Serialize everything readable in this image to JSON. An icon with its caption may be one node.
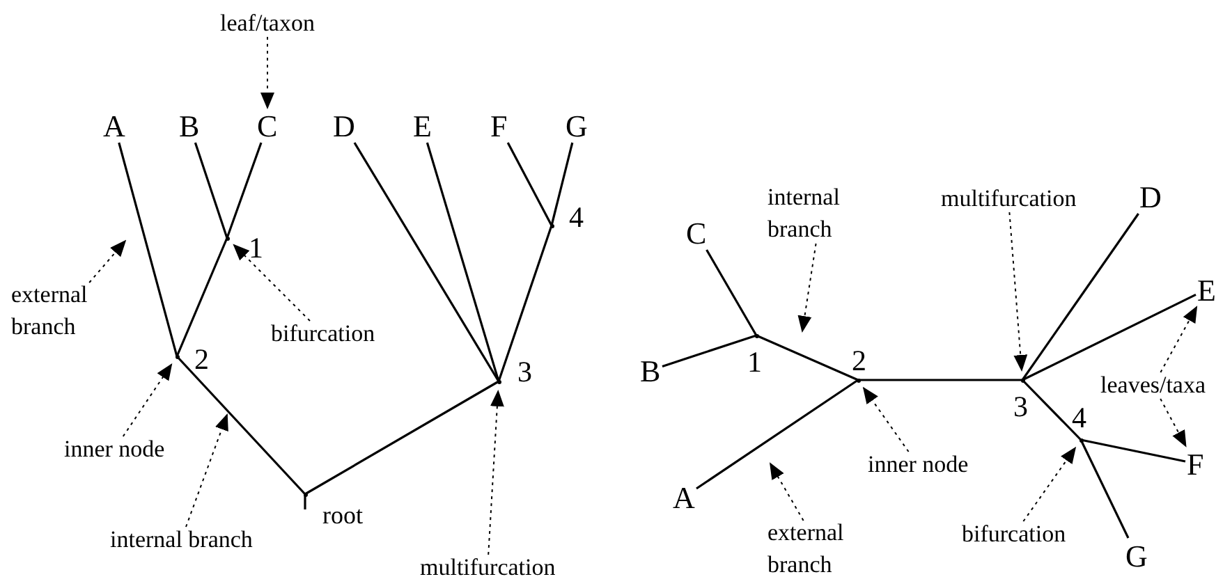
{
  "diagram": {
    "nodes": [
      {
        "text": [
          "A"
        ]
      },
      {
        "text": [
          "B"
        ]
      },
      {
        "text": [
          "C"
        ]
      },
      {
        "text": [
          "D"
        ]
      },
      {
        "text": [
          "E"
        ]
      },
      {
        "text": [
          "F"
        ]
      },
      {
        "text": [
          "G"
        ]
      },
      {
        "text": [],
        "shape": "point",
        "beside": [
          "1"
        ]
      },
      {
        "text": [],
        "shape": "point",
        "beside": [
          "2"
        ]
      },
      {
        "text": [],
        "shape": "point",
        "beside": [
          "3"
        ]
      },
      {
        "text": [],
        "shape": "point",
        "beside": [
          "4"
        ]
      },
      {
        "text": [],
        "shape": "point",
        "beside": [
          "root"
        ]
      },
      {
        "text": [
          "leaf/taxon"
        ]
      },
      {
        "text": [
          "external branch"
        ]
      },
      {
        "text": [
          "bifurcation"
        ]
      },
      {
        "text": [
          "inner node"
        ]
      },
      {
        "text": [
          "internal branch"
        ]
      },
      {
        "text": [
          "multifurcation"
        ]
      },
      {
        "text": [
          "C"
        ]
      },
      {
        "text": [
          "B"
        ]
      },
      {
        "text": [
          "A"
        ]
      },
      {
        "text": [
          "D"
        ]
      },
      {
        "text": [
          "E"
        ]
      },
      {
        "text": [
          "F"
        ]
      },
      {
        "text": [
          "G"
        ]
      },
      {
        "text": [],
        "shape": "point",
        "beside": [
          "1"
        ]
      },
      {
        "text": [],
        "shape": "point",
        "beside": [
          "2"
        ]
      },
      {
        "text": [],
        "shape": "point",
        "beside": [
          "3"
        ]
      },
      {
        "text": [],
        "shape": "point",
        "beside": [
          "4"
        ]
      },
      {
        "text": [
          "internal branch"
        ]
      },
      {
        "text": [
          "multifurcation"
        ]
      },
      {
        "text": [
          "inner node"
        ]
      },
      {
        "text": [
          "external branch"
        ]
      },
      {
        "text": [
          "bifurcation"
        ]
      },
      {
        "text": [
          "leaves/taxa"
        ]
      }
    ],
    "edges": [
      {
        "from": 7,
        "to": 1,
        "arrow": "none"
      },
      {
        "from": 7,
        "to": 2,
        "arrow": "none"
      },
      {
        "from": 8,
        "to": 0,
        "arrow": "none"
      },
      {
        "from": 8,
        "to": 7,
        "arrow": "none"
      },
      {
        "from": 11,
        "to": 8,
        "arrow": "none"
      },
      {
        "from": 11,
        "to": 9,
        "arrow": "none"
      },
      {
        "from": 9,
        "to": 3,
        "arrow": "none"
      },
      {
        "from": 9,
        "to": 4,
        "arrow": "none"
      },
      {
        "from": 9,
        "to": 10,
        "arrow": "none"
      },
      {
        "from": 10,
        "to": 5,
        "arrow": "none"
      },
      {
        "from": 10,
        "to": 6,
        "arrow": "none"
      },
      {
        "from": 12,
        "to": 2,
        "arrow": "to",
        "style": "dashed"
      },
      {
        "from": 13,
        "to": null,
        "arrow": "to",
        "style": "dashed"
      },
      {
        "from": 14,
        "to": 7,
        "arrow": "to",
        "style": "dashed"
      },
      {
        "from": 15,
        "to": 8,
        "arrow": "to",
        "style": "dashed"
      },
      {
        "from": 16,
        "to": null,
        "arrow": "to",
        "style": "dashed"
      },
      {
        "from": 17,
        "to": 9,
        "arrow": "to",
        "style": "dashed"
      },
      {
        "from": 25,
        "to": 18,
        "arrow": "none"
      },
      {
        "from": 25,
        "to": 19,
        "arrow": "none"
      },
      {
        "from": 26,
        "to": 25,
        "arrow": "none"
      },
      {
        "from": 26,
        "to": 20,
        "arrow": "none"
      },
      {
        "from": 26,
        "to": 27,
        "arrow": "none"
      },
      {
        "from": 27,
        "to": 21,
        "arrow": "none"
      },
      {
        "from": 27,
        "to": 22,
        "arrow": "none"
      },
      {
        "from": 27,
        "to": 28,
        "arrow": "none"
      },
      {
        "from": 28,
        "to": 23,
        "arrow": "none"
      },
      {
        "from": 28,
        "to": 24,
        "arrow": "none"
      },
      {
        "from": 29,
        "to": null,
        "arrow": "to",
        "style": "dashed"
      },
      {
        "from": 30,
        "to": 27,
        "arrow": "to",
        "style": "dashed"
      },
      {
        "from": 31,
        "to": 26,
        "arrow": "to",
        "style": "dashed"
      },
      {
        "from": 32,
        "to": null,
        "arrow": "to",
        "style": "dashed"
      },
      {
        "from": 33,
        "to": 28,
        "arrow": "to",
        "style": "dashed"
      },
      {
        "from": 34,
        "to": 22,
        "arrow": "to",
        "style": "dashed"
      },
      {
        "from": 34,
        "to": 23,
        "arrow": "to",
        "style": "dashed"
      }
    ]
  }
}
